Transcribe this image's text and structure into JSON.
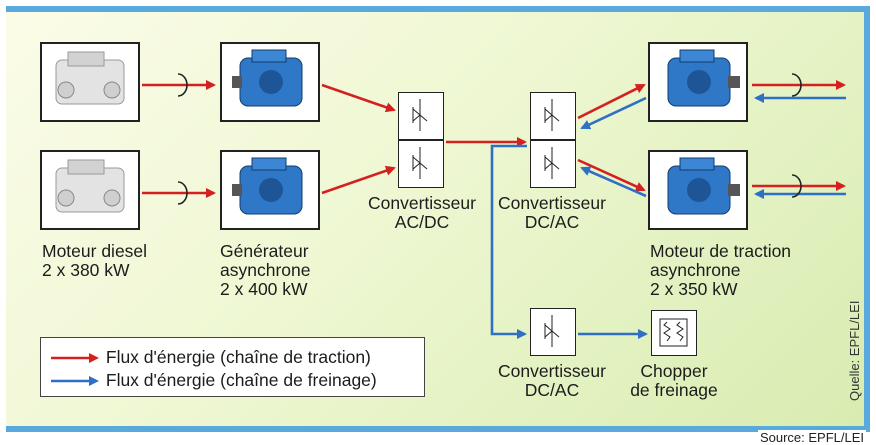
{
  "labels": {
    "engine": "Moteur diesel\n2 x 380 kW",
    "generator": "Générateur\nasynchrone\n2 x 400 kW",
    "conv_acdc": "Convertisseur\nAC/DC",
    "conv_dcac": "Convertisseur\nDC/AC",
    "traction_motor": "Moteur de traction\nasynchrone\n2 x 350 kW",
    "conv_brake": "Convertisseur\nDC/AC",
    "chopper": "Chopper\nde freinage"
  },
  "legend": {
    "traction": "Flux d'énergie (chaîne de traction)",
    "braking": "Flux d'énergie (chaîne de freinage)"
  },
  "credit_vertical": "Quelle: EPFL/LEI",
  "source": "Source: EPFL/LEI",
  "colors": {
    "traction": "#d42020",
    "braking": "#2f6fc4",
    "frame": "#5aa9dc"
  }
}
